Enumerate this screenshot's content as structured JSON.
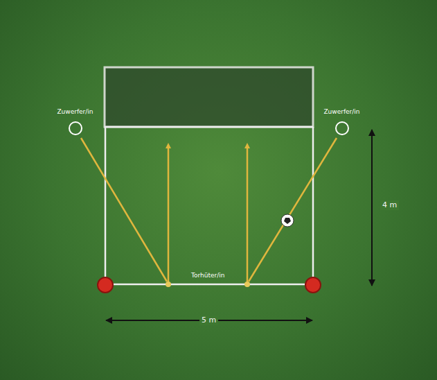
{
  "diagram": {
    "nodes": [
      {
        "text": [
          "Zuwerfer/in"
        ]
      },
      {
        "text": [
          "Zuwerfer/in"
        ]
      }
    ],
    "labels": [
      "Torhüter/in",
      "4 m",
      "5 m"
    ]
  }
}
